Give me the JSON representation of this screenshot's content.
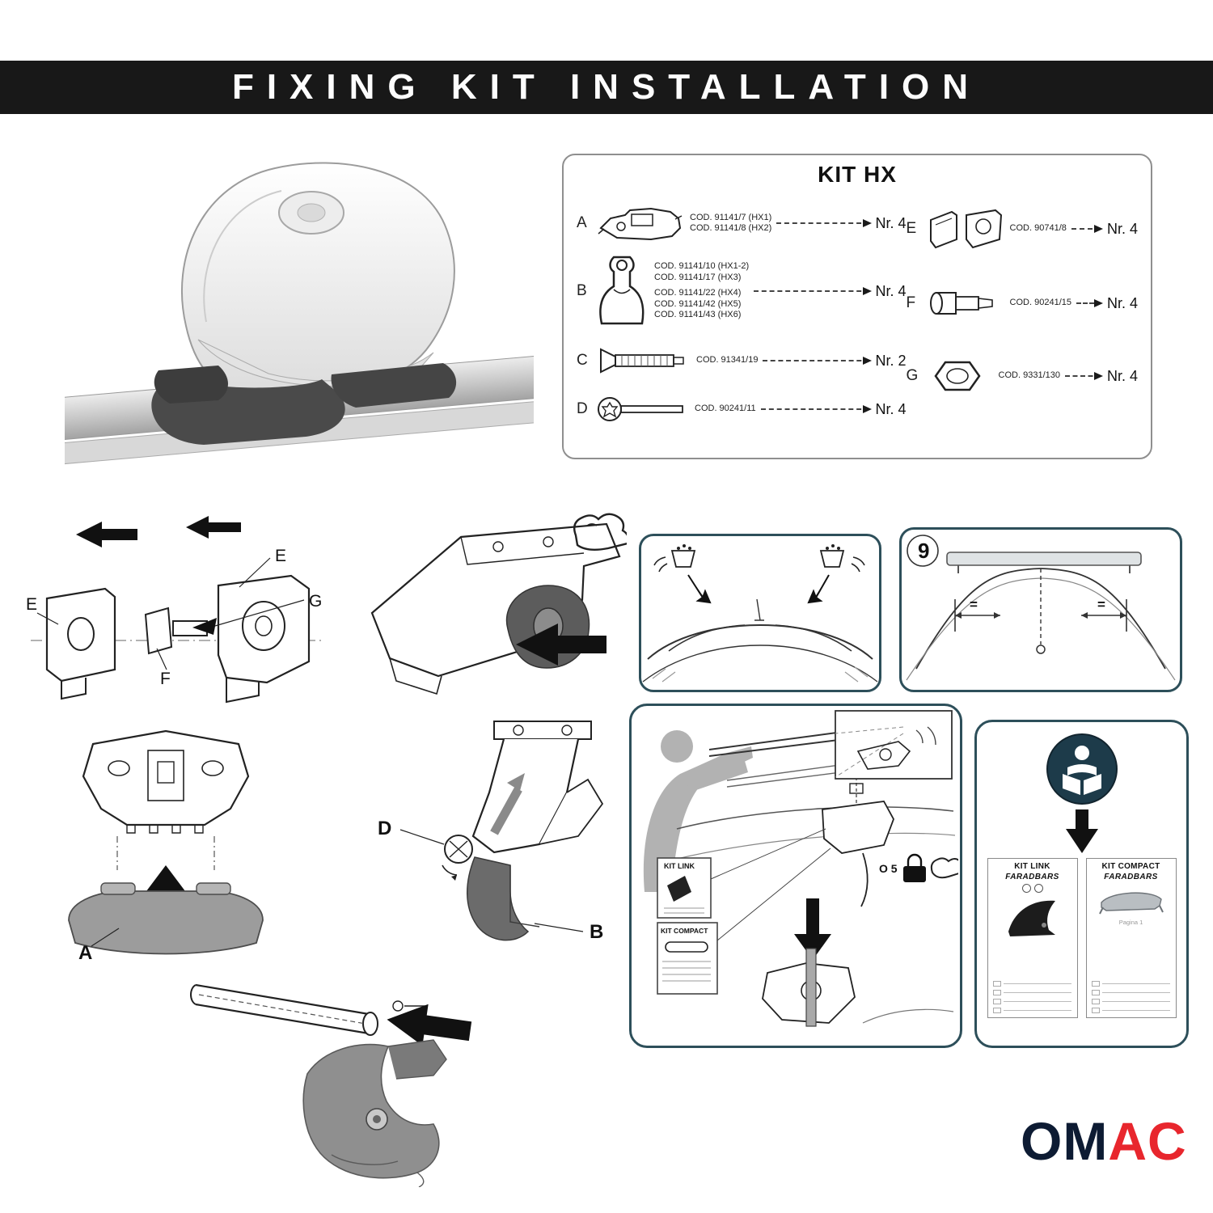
{
  "header": {
    "title": "FIXING KIT INSTALLATION"
  },
  "kit_box": {
    "title": "KIT HX",
    "left_rows": [
      {
        "letter": "A",
        "icon": "base-pad-icon",
        "codes": [
          "COD. 91141/7  (HX1)",
          "COD. 91141/8  (HX2)"
        ],
        "qty": "Nr. 4"
      },
      {
        "letter": "B",
        "icon": "clamp-plate-icon",
        "codes": [
          "COD. 91141/10 (HX1-2)",
          "COD. 91141/17 (HX3)",
          "COD. 91141/22 (HX4)",
          "COD. 91141/42 (HX5)",
          "COD. 91141/43 (HX6)"
        ],
        "qty": "Nr. 4"
      },
      {
        "letter": "C",
        "icon": "flanged-screw-icon",
        "codes": [
          "COD. 91341/19"
        ],
        "qty": "Nr. 2"
      },
      {
        "letter": "D",
        "icon": "allen-bolt-icon",
        "codes": [
          "COD. 90241/11"
        ],
        "qty": "Nr. 4"
      }
    ],
    "right_rows": [
      {
        "letter": "E",
        "icon": "cover-bracket-icon",
        "codes": [
          "COD. 90741/8"
        ],
        "qty": "Nr. 4"
      },
      {
        "letter": "F",
        "icon": "stud-bolt-icon",
        "codes": [
          "COD. 90241/15"
        ],
        "qty": "Nr. 4"
      },
      {
        "letter": "G",
        "icon": "hex-nut-icon",
        "codes": [
          "COD. 9331/130"
        ],
        "qty": "Nr. 4"
      }
    ]
  },
  "diagrams": {
    "exploded": {
      "labels": [
        "E",
        "G",
        "F",
        "E"
      ]
    },
    "pad_assembly": {
      "label": "A"
    },
    "clamp_assembly": {
      "labels": [
        "D",
        "B"
      ]
    },
    "step9": {
      "number": "9",
      "equal_marks": [
        "=",
        "="
      ]
    },
    "install": {
      "kit_link_label": "KIT LINK",
      "kit_compact_label": "KIT COMPACT",
      "torque_label": "O 5"
    }
  },
  "manual_panel": {
    "kit_link": {
      "title": "KIT LINK",
      "brand": "FARADBARS"
    },
    "kit_compact": {
      "title": "KIT COMPACT",
      "brand": "FARADBARS",
      "caption": "Pagina 1"
    }
  },
  "icons": {
    "muscle-arm": "flexed-arm-line-art",
    "padlock": "closed-padlock-glyph",
    "read-manual": "person-reading-book-in-circle",
    "grease-pot": "grease-pot-with-hand"
  },
  "brand": {
    "logo_primary": "OM",
    "logo_accent": "AC"
  }
}
